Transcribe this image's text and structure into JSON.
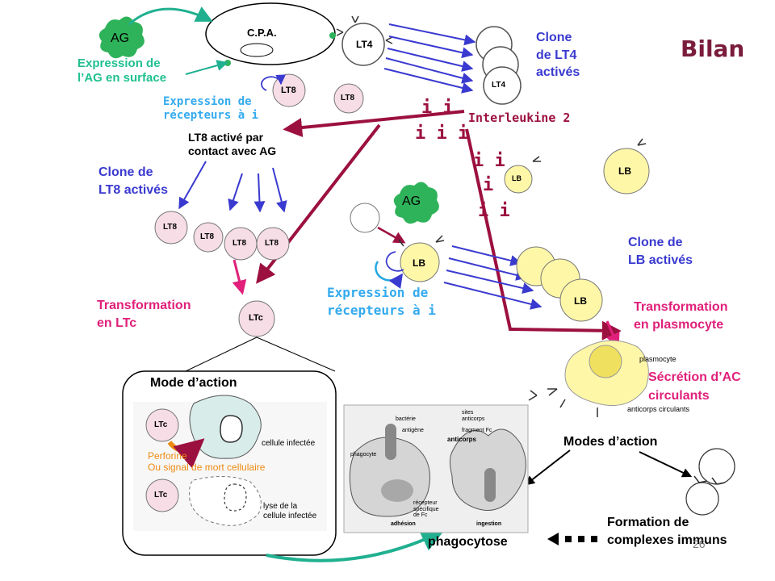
{
  "title": "Bilan",
  "cpa": "C.P.A.",
  "ag": "AG",
  "expression_ag": [
    "Expression de",
    "l’AG en surface"
  ],
  "expression_recepteurs_lt8": [
    "Expression de",
    "récepteurs à i"
  ],
  "lt8_active": [
    "LT8 activé par",
    "contact avec AG"
  ],
  "clone_lt4": [
    "Clone",
    "de LT4",
    "activés"
  ],
  "interleukine": "Interleukine 2",
  "clone_lt8": [
    "Clone de",
    "LT8 activés"
  ],
  "clone_lb": [
    "Clone de",
    "LB activés"
  ],
  "expression_recepteurs_lb": [
    "Expression de",
    "récepteurs à i"
  ],
  "transformation_ltc": [
    "Transformation",
    "en LTc"
  ],
  "transformation_plasmocyte": [
    "Transformation",
    "en plasmocyte"
  ],
  "secretion_ac": [
    "Sécrétion d’AC",
    "circulants"
  ],
  "mode_action": "Mode d’action",
  "modes_action": "Modes d’action",
  "perforine": [
    "Perforine",
    "Ou signal de mort cellulaire"
  ],
  "cellule_infectee": "cellule infectée",
  "lyse": [
    "lyse de la",
    "cellule infectée"
  ],
  "phagocytose": "phagocytose",
  "formation_complexes": [
    "Formation de",
    "complexes immuns"
  ],
  "page_number": "26",
  "plasmocyte_label": "plasmocyte",
  "anticorps_circulants": "anticorps circulants",
  "phago_labels": {
    "bacterie": "bactérie",
    "antigene": "antigène",
    "sites": "sites",
    "anticorps_small": "anticorps",
    "fragment": "fragment Fc",
    "anticorps": "anticorps",
    "phagocyte": "phagocyte",
    "recepteur": [
      "récepteur",
      "spécifique",
      "de Fc"
    ],
    "adhesion": "adhésion",
    "ingestion": "ingestion"
  },
  "cells": {
    "lt4": "LT4",
    "lt8": "LT8",
    "lb": "LB",
    "ltc": "LTc"
  },
  "colors": {
    "blue_text": "#3a3ad0",
    "cyan_text": "#33aaee",
    "pink_text": "#e0207a",
    "maroon_arrow": "#9c1040",
    "green_text": "#20c090",
    "orange_text": "#ee8a10",
    "lt8_fill": "#f6dde6",
    "lb_fill": "#fff7a8",
    "ag_fill": "#2fb35a"
  }
}
